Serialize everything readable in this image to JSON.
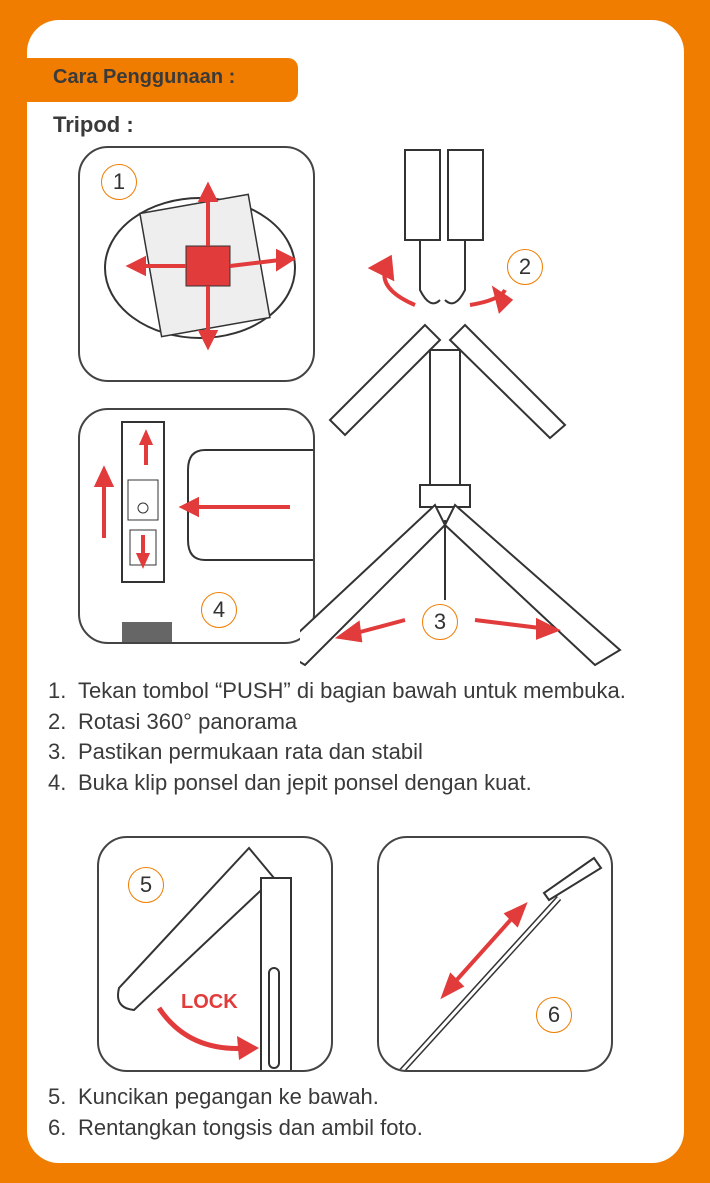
{
  "header": {
    "title": "Cara Penggunaan :",
    "subtitle": "Tripod :"
  },
  "badges": [
    "1",
    "2",
    "3",
    "4",
    "5",
    "6"
  ],
  "lock_label": "LOCK",
  "steps_a": [
    {
      "n": "1.",
      "text": "Tekan tombol “PUSH” di bagian bawah untuk membuka."
    },
    {
      "n": "2.",
      "text": "Rotasi 360° panorama"
    },
    {
      "n": "3.",
      "text": "Pastikan permukaan rata dan stabil"
    },
    {
      "n": "4.",
      "text": "Buka klip ponsel dan jepit ponsel dengan kuat."
    }
  ],
  "steps_b": [
    {
      "n": "5.",
      "text": "Kuncikan pegangan ke bawah."
    },
    {
      "n": "6.",
      "text": "Rentangkan tongsis dan ambil foto."
    }
  ],
  "colors": {
    "orange": "#f07c00",
    "red": "#e23b3b",
    "ink": "#3a3a3a"
  }
}
